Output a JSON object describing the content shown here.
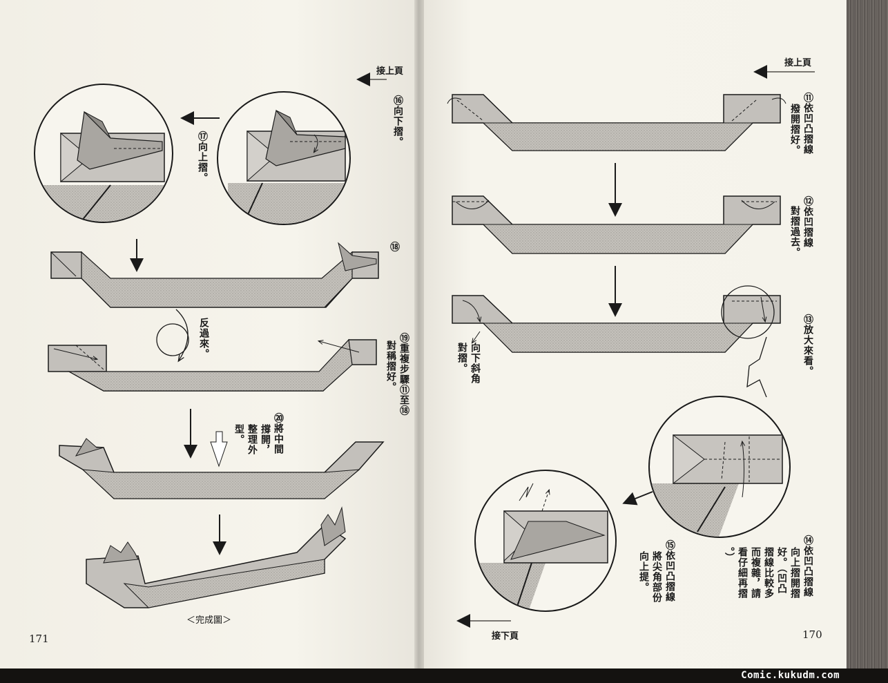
{
  "left_page": {
    "page_number": "171",
    "continue_from": "接上頁",
    "step16": "⑯向下摺。",
    "step17": "⑰向上摺。",
    "step18": "⑱",
    "flip": "反過來。",
    "step19": "⑲重複步驟⑪至⑱",
    "step19b": "對稱摺好。",
    "step20a": "⑳將中間",
    "step20b": "撐開，",
    "step20c": "整理外",
    "step20d": "型。",
    "caption": "＜完成圖＞"
  },
  "right_page": {
    "page_number": "170",
    "continue_from": "接上頁",
    "continue_to": "接下頁",
    "step11a": "⑪依凹凸摺線",
    "step11b": "撥開摺好。",
    "step12a": "⑫依凹摺線",
    "step12b": "對摺過去。",
    "step13": "⑬放大來看。",
    "step_diag_a": "向下斜角",
    "step_diag_b": "對摺。",
    "step14a": "⑭依凹凸摺線",
    "step14b": "向上摺開摺",
    "step14c": "好。（凹凸",
    "step14d": "摺線比較多",
    "step14e": "而複雜，請",
    "step14f": "看仔細再摺",
    "step14g": "。）",
    "step15a": "⑮依凹凸摺線",
    "step15b": "將尖角部份",
    "step15c": "向上提。"
  },
  "watermark": "Comic.kukudm.com",
  "colors": {
    "paper": "#f4f2ea",
    "fold_gray": "#bdbab5",
    "ink": "#1a1a1a"
  }
}
